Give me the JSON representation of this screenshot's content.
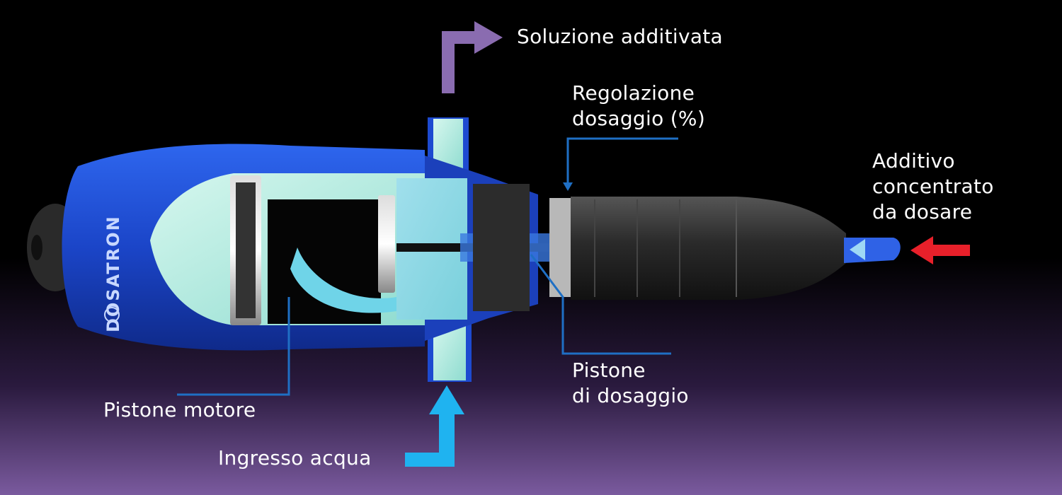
{
  "brand_logo_text": "DOSATRON",
  "labels": {
    "outlet": "Soluzione additivata",
    "dose_adjust": "Regolazione\ndosaggio (%)",
    "additive": "Additivo\nconcentrato\nda dosare",
    "dosing_piston": "Pistone\ndi dosaggio",
    "motor_piston": "Pistone motore",
    "water_inlet": "Ingresso acqua"
  },
  "colors": {
    "outlet_arrow": "#8a6cb0",
    "inlet_arrow": "#1fb3f0",
    "additive_arrow": "#e8202a",
    "leader_lines": "#1f6fc4",
    "body_blue": "#1f4fd6",
    "fluid": "#b8eee0",
    "grip_dark": "#2a2a2a"
  }
}
